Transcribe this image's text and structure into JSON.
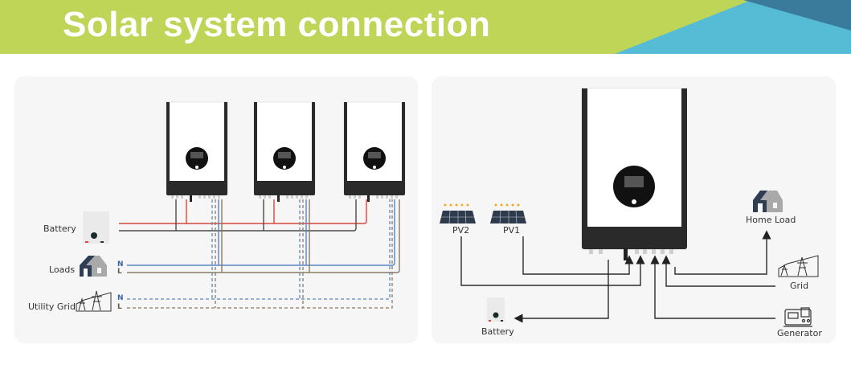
{
  "banner": {
    "title": "Solar system connection",
    "bg_color": "#bed558",
    "accent_light": "#56bcd6",
    "accent_dark": "#3a7b9c"
  },
  "left_diagram": {
    "labels": {
      "battery": "Battery",
      "loads": "Loads",
      "utility_grid": "Utility Grid"
    },
    "line_markers": {
      "loads_n": "N",
      "loads_l": "L",
      "grid_n": "N",
      "grid_l": "L"
    },
    "inverter_count": 3,
    "colors": {
      "battery_positive": "#d9473f",
      "battery_negative": "#4a4a4a",
      "neutral": "#5a86c0",
      "live": "#8c7a62"
    }
  },
  "right_diagram": {
    "labels": {
      "pv2": "PV2",
      "pv1": "PV1",
      "home_load": "Home Load",
      "grid": "Grid",
      "battery": "Battery",
      "generator": "Generator"
    }
  },
  "colors": {
    "panel_bg": "#f6f6f6",
    "inverter_body": "#ffffff",
    "inverter_dark": "#2a2a2a",
    "wire": "#2b2b2b"
  }
}
